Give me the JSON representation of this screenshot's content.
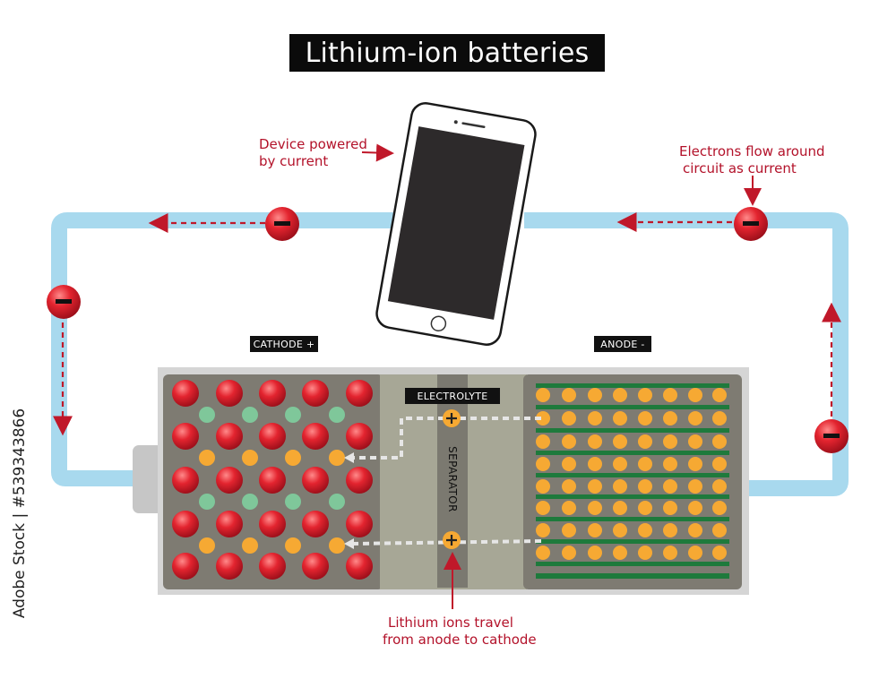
{
  "title": "Lithium-ion batteries",
  "labels": {
    "device": [
      "Device powered",
      "by current"
    ],
    "electrons": [
      "Electrons flow around",
      "circuit as current"
    ],
    "cathode": "CATHODE +",
    "anode": "ANODE -",
    "electrolyte": "ELECTROLYTE",
    "separator": "SEPARATOR",
    "ions": [
      "Lithium ions travel",
      "from anode to cathode"
    ]
  },
  "icons": {
    "electron": "minus-sign-circle",
    "lithium_ion": "plus-sign-circle",
    "device": "smartphone-icon"
  },
  "credit": "Adobe Stock | #539343866",
  "colors": {
    "circuit": "#a8d9ee",
    "electron": "#d8202f",
    "annotation": "#b3122a",
    "lithium": "#f6a933",
    "cathode_small": "#7fc79a",
    "anode_layer": "#1e7a3c",
    "cell_body": "#7c7a70",
    "electrolyte": "#a9a999"
  }
}
